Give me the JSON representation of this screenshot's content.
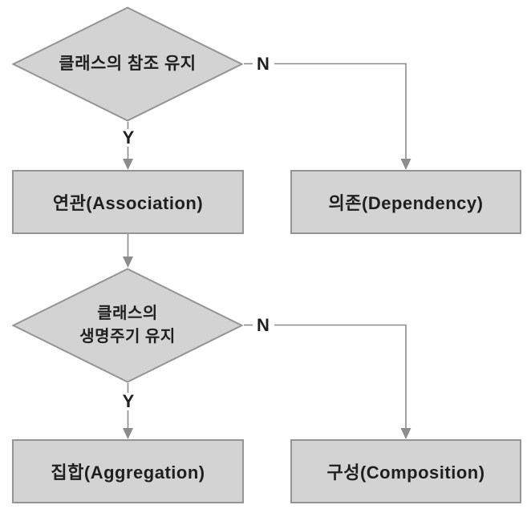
{
  "colors": {
    "shape_fill": "#d3d3d3",
    "shape_border": "#949494",
    "line_color": "#8c8c8c",
    "text_color": "#1f1f1f",
    "canvas_bg": "#ffffff"
  },
  "flowchart": {
    "decision1": {
      "label": "클래스의 참조 유지",
      "yes_label": "Y",
      "no_label": "N"
    },
    "decision2": {
      "label": "클래스의\n생명주기 유지",
      "yes_label": "Y",
      "no_label": "N"
    },
    "nodes": {
      "association": "연관(Association)",
      "dependency": "의존(Dependency)",
      "aggregation": "집합(Aggregation)",
      "composition": "구성(Composition)"
    }
  }
}
